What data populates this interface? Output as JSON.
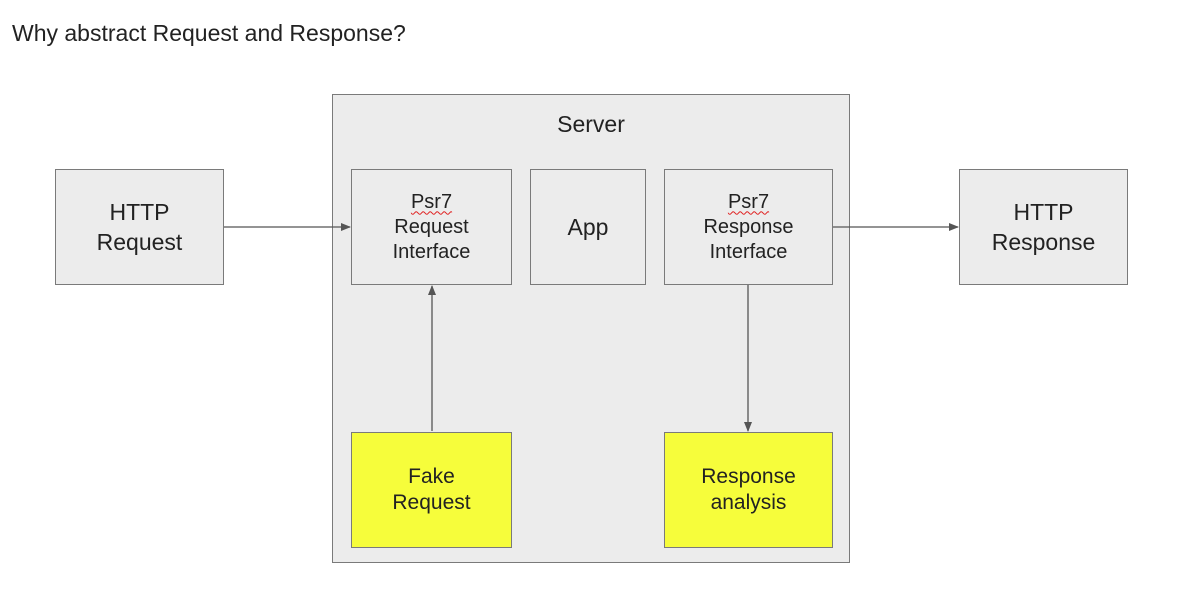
{
  "title": "Why abstract Request and Response?",
  "nodes": {
    "http_request": {
      "line1": "HTTP",
      "line2": "Request"
    },
    "server": {
      "label": "Server"
    },
    "psr7_request": {
      "line1": "Psr7",
      "line2": "Request",
      "line3": "Interface"
    },
    "app": {
      "label": "App"
    },
    "psr7_response": {
      "line1": "Psr7",
      "line2": "Response",
      "line3": "Interface"
    },
    "http_response": {
      "line1": "HTTP",
      "line2": "Response"
    },
    "fake_request": {
      "line1": "Fake",
      "line2": "Request"
    },
    "response_analysis": {
      "line1": "Response",
      "line2": "analysis"
    }
  },
  "edges": [
    {
      "from": "HTTP Request",
      "to": "Psr7 Request Interface"
    },
    {
      "from": "Psr7 Response Interface",
      "to": "HTTP Response"
    },
    {
      "from": "Fake Request",
      "to": "Psr7 Request Interface"
    },
    {
      "from": "Psr7 Response Interface",
      "to": "Response analysis"
    }
  ],
  "colors": {
    "box_fill": "#ececec",
    "highlight_fill": "#f6fd3b",
    "border": "#7a7a7a",
    "arrow": "#555555",
    "spellcheck_underline": "#e02020"
  }
}
